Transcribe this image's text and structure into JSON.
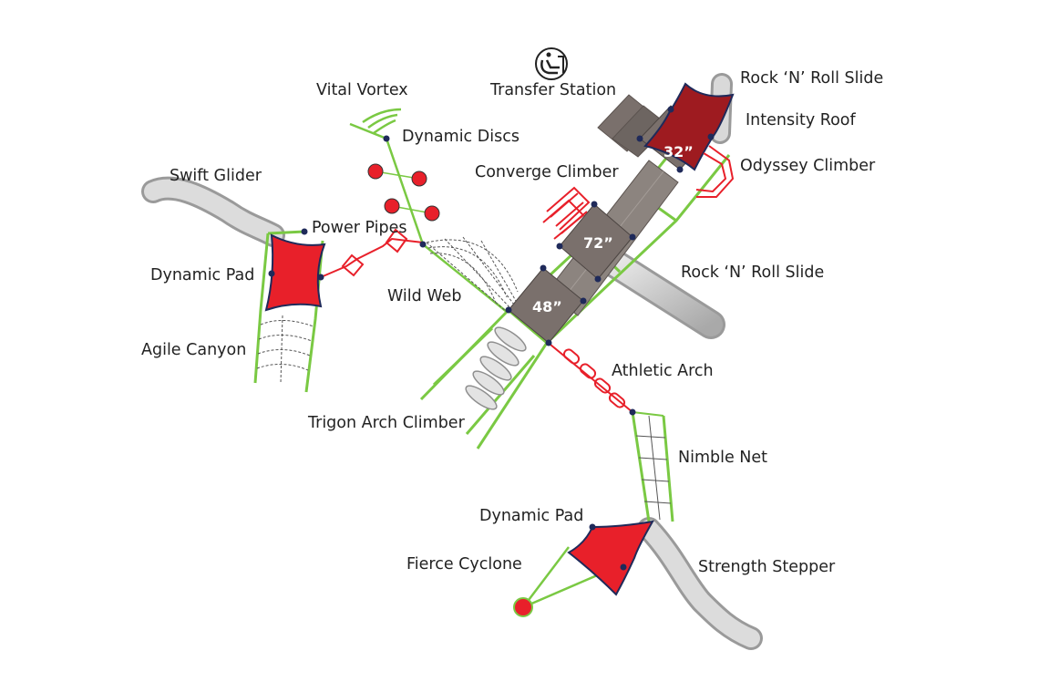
{
  "labels": {
    "vital_vortex": "Vital Vortex",
    "transfer_station": "Transfer Station",
    "rock_n_roll_slide_top": "Rock ‘N’ Roll Slide",
    "intensity_roof": "Intensity Roof",
    "dynamic_discs": "Dynamic Discs",
    "odyssey_climber": "Odyssey Climber",
    "converge_climber": "Converge Climber",
    "swift_glider": "Swift Glider",
    "power_pipes": "Power Pipes",
    "rock_n_roll_slide_mid": "Rock ‘N’ Roll Slide",
    "dynamic_pad_left": "Dynamic Pad",
    "wild_web": "Wild Web",
    "agile_canyon": "Agile Canyon",
    "athletic_arch": "Athletic Arch",
    "trigon_arch_climber": "Trigon Arch Climber",
    "nimble_net": "Nimble Net",
    "dynamic_pad_bottom": "Dynamic Pad",
    "fierce_cyclone": "Fierce Cyclone",
    "strength_stepper": "Strength Stepper"
  },
  "decks": {
    "deck_32": "32”",
    "deck_72": "72”",
    "deck_48": "48”"
  },
  "icons": {
    "accessibility": "wheelchair-transfer-icon"
  },
  "colors": {
    "frame_green": "#7ac943",
    "component_red": "#e8202a",
    "roof_dark_red": "#9e1b20",
    "deck_gray": "#7a706c",
    "slide_gray": "#c8c8c8",
    "node_navy": "#1f2a5a"
  }
}
